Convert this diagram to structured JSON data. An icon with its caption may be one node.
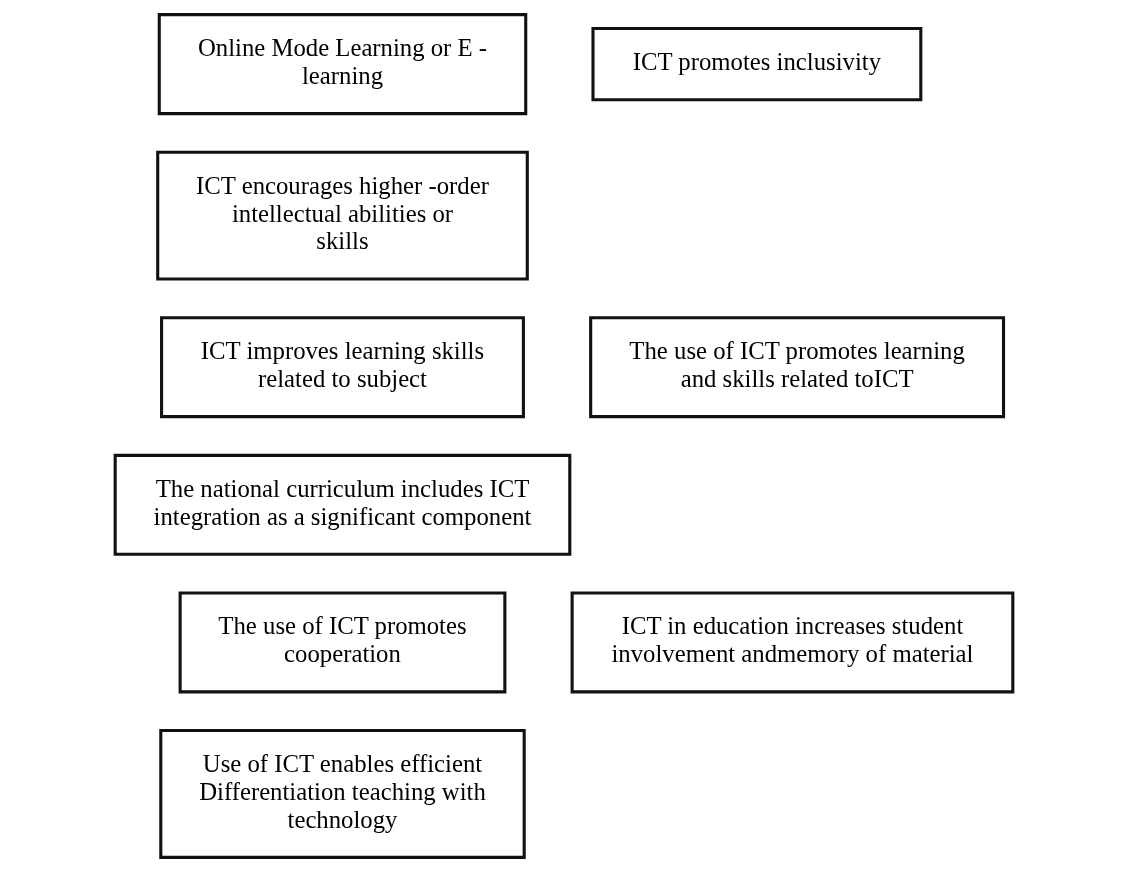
{
  "diagram": {
    "nodes": [
      {
        "text": [
          "Online Mode Learning or E - learning"
        ]
      },
      {
        "text": [
          "ICT promotes inclusivity"
        ]
      },
      {
        "text": [
          "ICT encourages higher -order intellectual abilities or skills"
        ]
      },
      {
        "text": [
          "ICT improves learning skills related to subject"
        ]
      },
      {
        "text": [
          "The use of ICT promotes learning and skills related toICT"
        ]
      },
      {
        "text": [
          "The national curriculum includes ICT integration as a significant component"
        ]
      },
      {
        "text": [
          "The use of ICT promotes cooperation"
        ]
      },
      {
        "text": [
          "ICT in education increases student involvement andmemory of material"
        ]
      },
      {
        "text": [
          "Use of ICT enables efficient Differentiation teaching with technology"
        ]
      }
    ]
  }
}
